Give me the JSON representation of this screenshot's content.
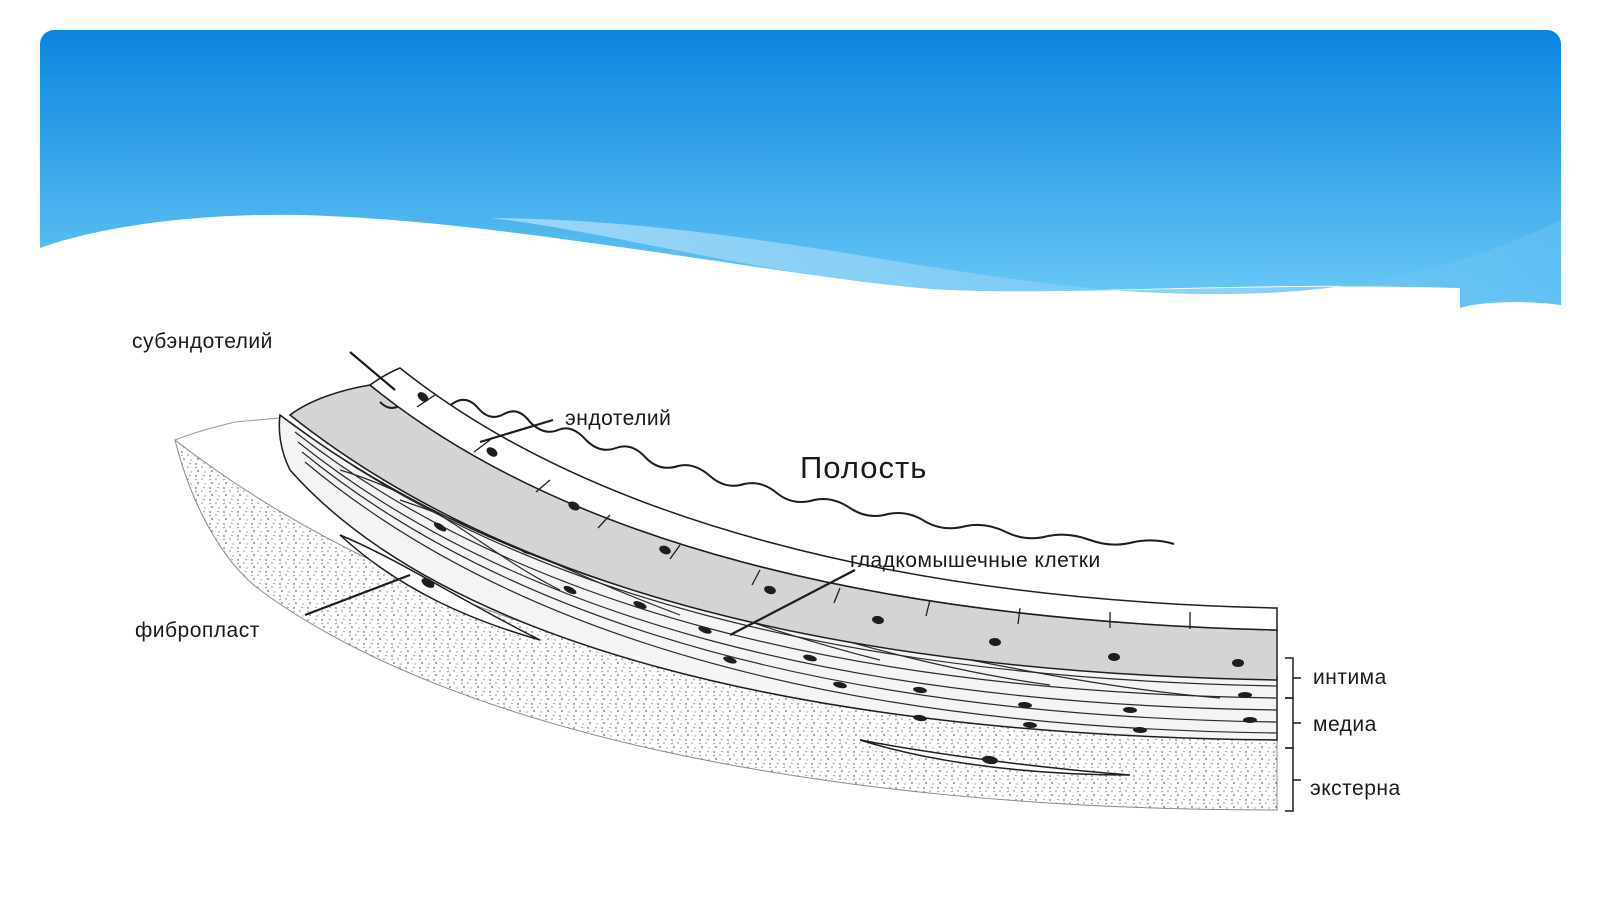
{
  "diagram": {
    "labels": {
      "subendothelium": "субэндотелий",
      "endothelium": "эндотелий",
      "lumen": "Полость",
      "smooth_muscle": "гладкомышечные клетки",
      "fibroblast": "фибропласт",
      "intima": "интима",
      "media": "медиа",
      "externa": "экстерна"
    }
  },
  "theme": {
    "header_top": "#0b84de",
    "header_bottom": "#5fc3f5",
    "stipple": "#8a8a8a",
    "line": "#1e1e1e"
  }
}
